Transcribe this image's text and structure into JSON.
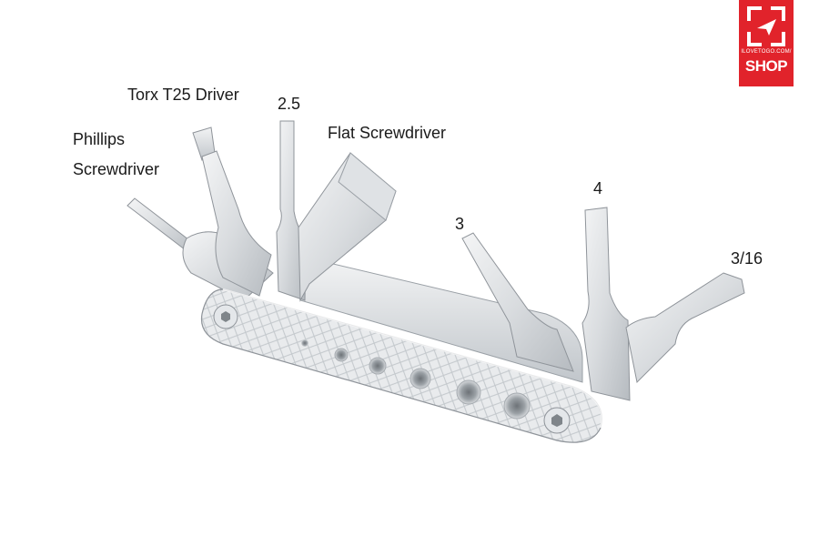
{
  "labels": {
    "phillips_line1": "Phillips",
    "phillips_line2": "Screwdriver",
    "torx": "Torx T25 Driver",
    "hex_2_5": "2.5",
    "flat": "Flat Screwdriver",
    "hex_3": "3",
    "hex_4": "4",
    "hex_3_16": "3/16"
  },
  "badge": {
    "small_text": "ILOVETOGO.COM/",
    "big_text": "SHOP",
    "color": "#e1232b"
  },
  "colors": {
    "metal_light": "#eef0f2",
    "metal_mid": "#d2d6da",
    "metal_dark": "#a9aeb4",
    "outline": "#8f949a",
    "background": "#ffffff"
  }
}
